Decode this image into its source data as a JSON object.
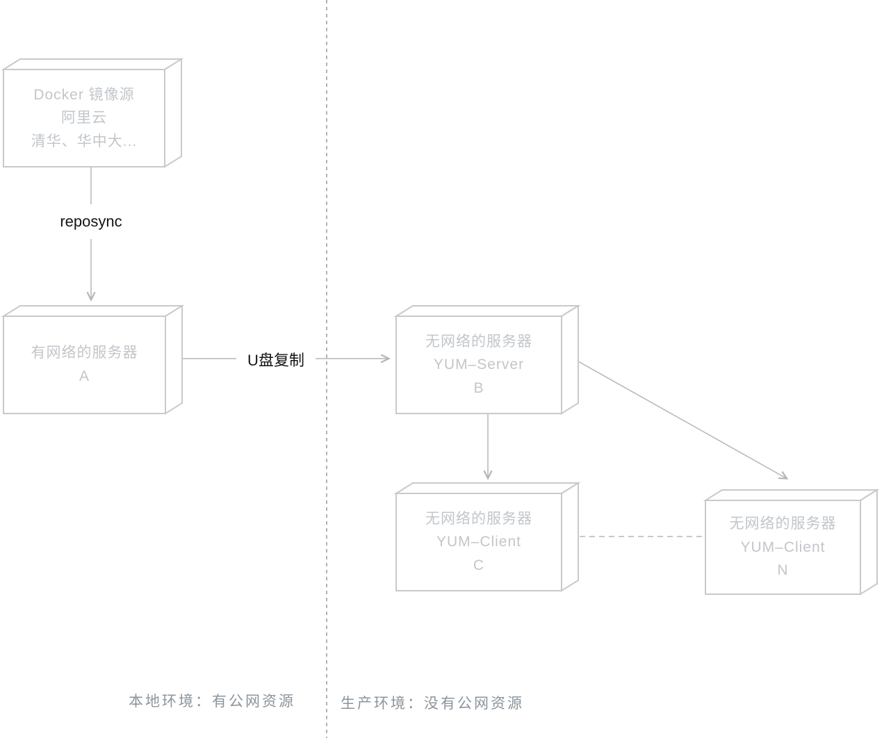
{
  "diagram": {
    "nodes": {
      "mirror_source": {
        "lines": [
          "Docker 镜像源",
          "阿里云",
          "清华、华中大..."
        ]
      },
      "server_a": {
        "lines": [
          "有网络的服务器",
          "A"
        ]
      },
      "yum_server_b": {
        "lines": [
          "无网络的服务器",
          "YUM–Server",
          "B"
        ]
      },
      "yum_client_c": {
        "lines": [
          "无网络的服务器",
          "YUM–Client",
          "C"
        ]
      },
      "yum_client_n": {
        "lines": [
          "无网络的服务器",
          "YUM–Client",
          "N"
        ]
      }
    },
    "edge_labels": {
      "reposync": "reposync",
      "usb_copy": "U盘复制"
    },
    "footers": {
      "left": "本地环境：有公网资源",
      "right": "生产环境：没有公网资源"
    },
    "colors": {
      "box_border": "#c9c9c9",
      "box_text": "#c2c6ca",
      "arrow": "#b5b5b5",
      "divider": "#9a9a9a",
      "edge_label_text": "#141414",
      "footer_text": "#8b949c"
    }
  }
}
